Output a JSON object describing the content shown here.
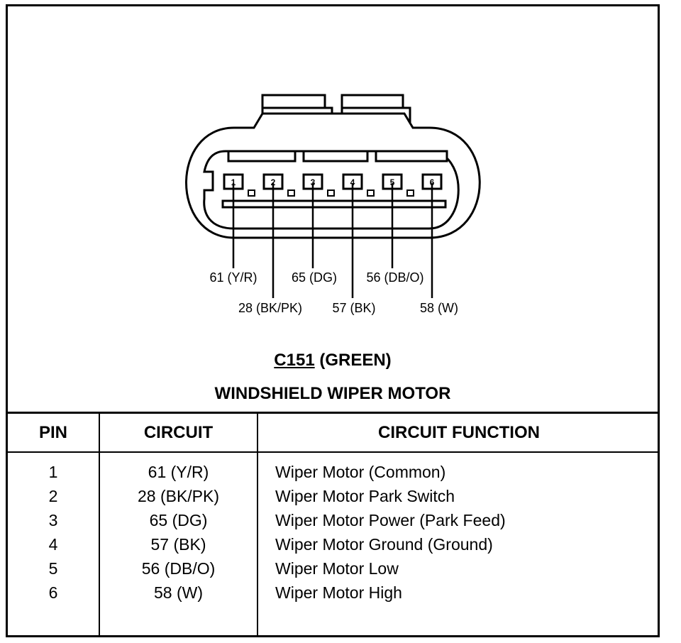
{
  "connector": {
    "id": "C151",
    "color": "(GREEN)",
    "component": "WINDSHIELD WIPER MOTOR"
  },
  "table": {
    "headers": {
      "pin": "PIN",
      "circuit": "CIRCUIT",
      "function": "CIRCUIT FUNCTION"
    },
    "rows": [
      {
        "pin": "1",
        "circuit": "61 (Y/R)",
        "function": "Wiper Motor (Common)"
      },
      {
        "pin": "2",
        "circuit": "28 (BK/PK)",
        "function": "Wiper Motor Park Switch"
      },
      {
        "pin": "3",
        "circuit": "65 (DG)",
        "function": "Wiper Motor Power (Park Feed)"
      },
      {
        "pin": "4",
        "circuit": "57 (BK)",
        "function": "Wiper Motor Ground (Ground)"
      },
      {
        "pin": "5",
        "circuit": "56 (DB/O)",
        "function": "Wiper Motor Low"
      },
      {
        "pin": "6",
        "circuit": "58 (W)",
        "function": "Wiper Motor High"
      }
    ]
  }
}
